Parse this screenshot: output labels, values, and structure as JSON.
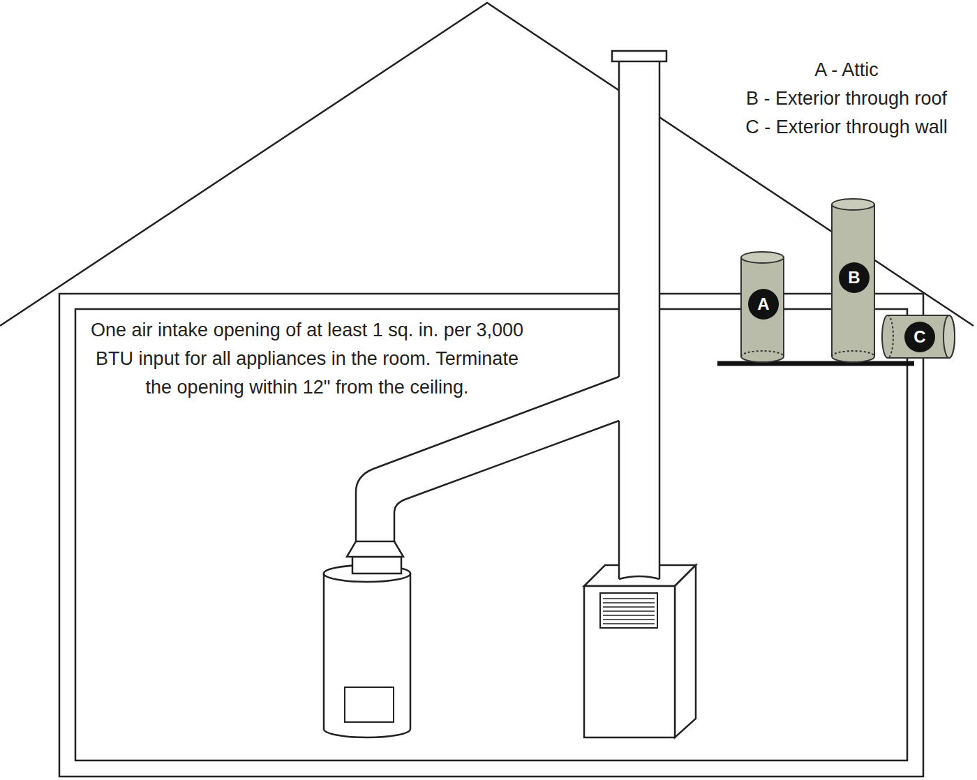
{
  "diagram": {
    "nodes": [
      {
        "text": [
          "A"
        ]
      },
      {
        "text": [
          "B"
        ]
      },
      {
        "text": [
          "C"
        ]
      }
    ],
    "labels": [
      "A - Attic",
      "B - Exterior through roof",
      "C - Exterior through wall",
      "One air intake opening of at least 1 sq. in. per 3,000 BTU input for all appliances in the room. Terminate the opening within 12\" from the ceiling."
    ]
  }
}
